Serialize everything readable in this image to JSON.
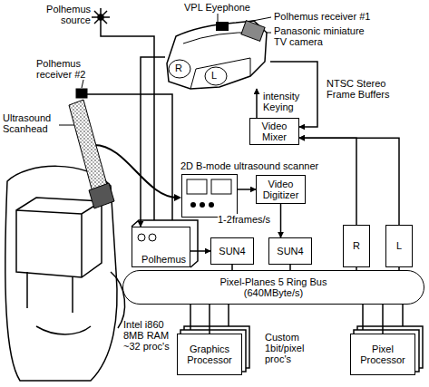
{
  "diagram": {
    "nodes": [
      {
        "text": [
          "R",
          "L"
        ]
      },
      {
        "text": [
          "Video Mixer"
        ]
      },
      {
        "text": [
          "2D B-mode ultrasound scanner"
        ]
      },
      {
        "text": [
          "Video Digitizer"
        ]
      },
      {
        "text": [
          "Polhemus"
        ]
      },
      {
        "text": [
          "SUN4"
        ]
      },
      {
        "text": [
          "SUN4"
        ]
      },
      {
        "text": [
          "R"
        ]
      },
      {
        "text": [
          "L"
        ]
      },
      {
        "text": [
          "Pixel-Planes 5 Ring Bus (640MByte/s)"
        ]
      },
      {
        "text": [
          "Graphics Processor"
        ]
      },
      {
        "text": [
          "Pixel Processor"
        ]
      }
    ],
    "edges": [
      {
        "from": 1,
        "to": 0,
        "arrow": "to"
      },
      {
        "from": 0,
        "to": 1,
        "arrow": "to"
      },
      {
        "from": 7,
        "to": 1,
        "arrow": "to"
      },
      {
        "from": 8,
        "to": 1,
        "arrow": "to"
      },
      {
        "from": 0,
        "to": 4,
        "arrow": "to"
      },
      {
        "from": 2,
        "to": 3,
        "arrow": "to"
      },
      {
        "from": 3,
        "to": 6,
        "label": "1-2frames/s",
        "arrow": "to"
      },
      {
        "from": 4,
        "to": 5,
        "arrow": "to"
      },
      {
        "from": 5,
        "to": 9,
        "arrow": "none"
      },
      {
        "from": 6,
        "to": 9,
        "arrow": "none"
      },
      {
        "from": 7,
        "to": 9,
        "arrow": "none"
      },
      {
        "from": 8,
        "to": 9,
        "arrow": "none"
      },
      {
        "from": 9,
        "to": 10,
        "arrow": "none"
      },
      {
        "from": 9,
        "to": 11,
        "arrow": "none"
      }
    ],
    "labels": [
      "Polhemus source",
      "VPL Eyephone",
      "Polhemus receiver #1",
      "Panasonic miniature TV camera",
      "intensity Keying",
      "NTSC Stereo Frame Buffers",
      "Polhemus receiver #2",
      "Ultrasound Scanhead",
      "Intel i860 8MB RAM ~32 proc's",
      "Custom 1bit/pixel proc's"
    ]
  }
}
